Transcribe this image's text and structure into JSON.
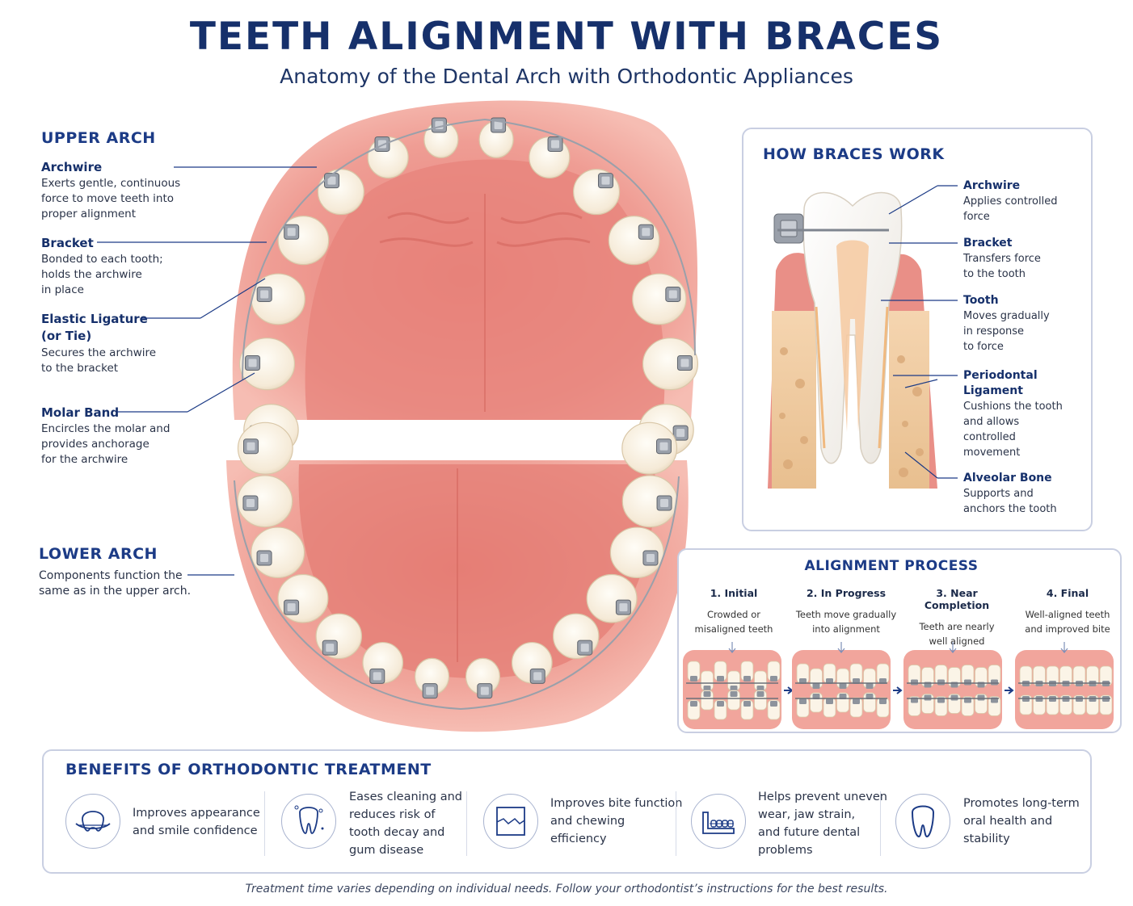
{
  "header": {
    "title": "TEETH ALIGNMENT WITH BRACES",
    "subtitle": "Anatomy of the Dental Arch with Orthodontic Appliances"
  },
  "upper_arch": {
    "heading": "UPPER ARCH",
    "labels": [
      {
        "name": "Archwire",
        "desc": [
          "Exerts gentle, continuous",
          "force to move teeth into",
          "proper alignment"
        ]
      },
      {
        "name": "Bracket",
        "desc": [
          "Bonded to each tooth;",
          "holds the archwire",
          "in place"
        ]
      },
      {
        "name_lines": [
          "Elastic Ligature",
          "(or Tie)"
        ],
        "desc": [
          "Secures the archwire",
          "to the bracket"
        ]
      },
      {
        "name": "Molar Band",
        "desc": [
          "Encircles the molar and",
          "provides anchorage",
          "for the archwire"
        ]
      }
    ]
  },
  "lower_arch": {
    "heading": "LOWER ARCH",
    "desc": [
      "Components function the",
      "same as in the upper arch."
    ]
  },
  "how_braces_work": {
    "heading": "HOW BRACES WORK",
    "labels": [
      {
        "name": "Archwire",
        "desc": [
          "Applies controlled",
          "force"
        ]
      },
      {
        "name": "Bracket",
        "desc": [
          "Transfers force",
          "to the tooth"
        ]
      },
      {
        "name": "Tooth",
        "desc": [
          "Moves gradually",
          "in response",
          "to force"
        ]
      },
      {
        "name_lines": [
          "Periodontal",
          "Ligament"
        ],
        "desc": [
          "Cushions the tooth",
          "and allows",
          "controlled",
          "movement"
        ]
      },
      {
        "name": "Alveolar Bone",
        "desc": [
          "Supports and",
          "anchors the tooth"
        ]
      }
    ]
  },
  "alignment_process": {
    "heading": "ALIGNMENT PROCESS",
    "steps": [
      {
        "title": "1. Initial",
        "desc": [
          "Crowded or",
          "misaligned teeth"
        ]
      },
      {
        "title": "2. In Progress",
        "desc": [
          "Teeth move gradually",
          "into alignment"
        ]
      },
      {
        "title": "3. Near Completion",
        "desc": [
          "Teeth are nearly",
          "well aligned"
        ]
      },
      {
        "title": "4. Final",
        "desc": [
          "Well-aligned teeth",
          "and improved bite"
        ]
      }
    ]
  },
  "benefits": {
    "heading": "BENEFITS OF ORTHODONTIC TREATMENT",
    "items": [
      {
        "icon": "smile-braces-icon",
        "lines": [
          "Improves appearance",
          "and smile confidence"
        ]
      },
      {
        "icon": "clean-tooth-icon",
        "lines": [
          "Eases cleaning and",
          "reduces risk of",
          "tooth decay and",
          "gum disease"
        ]
      },
      {
        "icon": "bite-icon",
        "lines": [
          "Improves bite function",
          "and chewing",
          "efficiency"
        ]
      },
      {
        "icon": "jaw-icon",
        "lines": [
          "Helps prevent uneven",
          "wear, jaw strain,",
          "and future dental",
          "problems"
        ]
      },
      {
        "icon": "healthy-tooth-icon",
        "lines": [
          "Promotes long-term",
          "oral health and",
          "stability"
        ]
      }
    ]
  },
  "footnote": "Treatment time varies depending on individual needs. Follow your orthodontist’s instructions for the best results.",
  "colors": {
    "navy": "#16306b",
    "heading_blue": "#1c3b86",
    "gum": "#f0a8a0",
    "palate": "#e98c84",
    "tooth": "#fbf3e6",
    "metal": "#8a8f99"
  }
}
